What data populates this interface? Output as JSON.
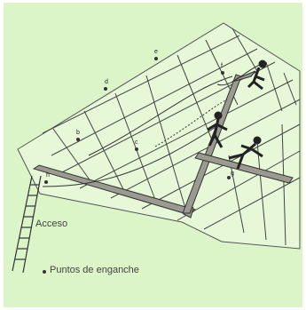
{
  "colors": {
    "background": "#dbf5c8",
    "ink": "#2a2a2a",
    "plank": "#8a8a80"
  },
  "labels": {
    "access": "Acceso",
    "anchor_points": "Puntos de enganche"
  },
  "anchor_point_letters": [
    "b",
    "c",
    "d",
    "e",
    "f",
    "g",
    "h"
  ]
}
